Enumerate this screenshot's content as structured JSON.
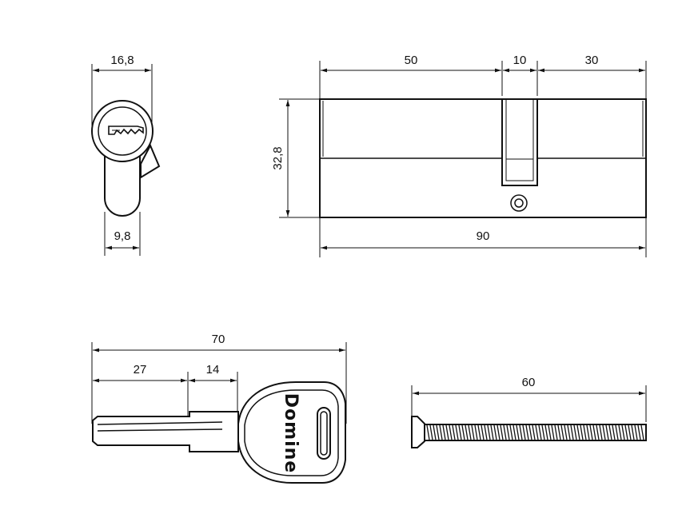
{
  "front_view": {
    "width_top": "16,8",
    "width_bottom": "9,8"
  },
  "side_view": {
    "left_length": "50",
    "cam_width": "10",
    "right_length": "30",
    "height": "32,8",
    "total_length": "90"
  },
  "key_view": {
    "total_length": "70",
    "blade_length": "27",
    "shoulder_length": "14",
    "brand_text": "Domine"
  },
  "screw_view": {
    "length": "60"
  },
  "colors": {
    "line": "#111111",
    "background": "#ffffff"
  }
}
